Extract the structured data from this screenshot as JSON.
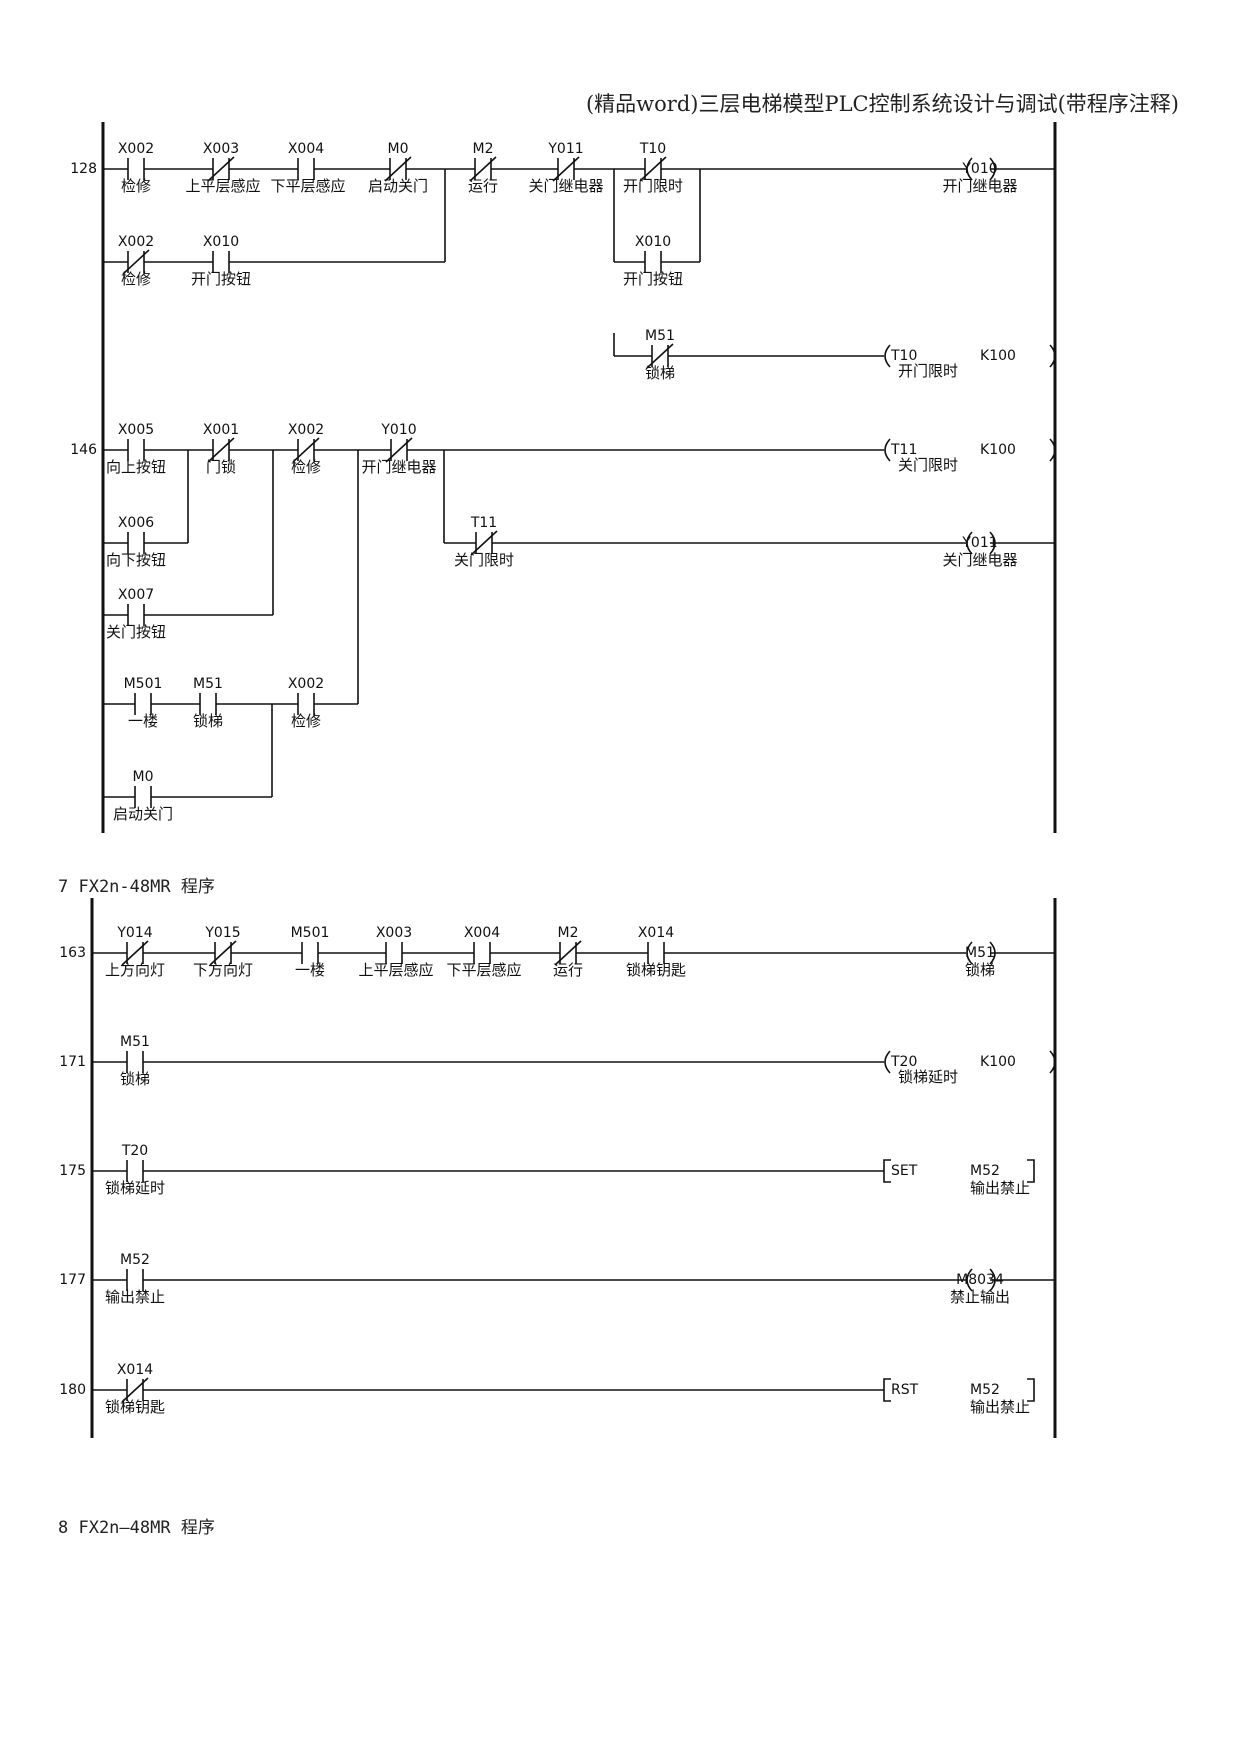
{
  "header": "(精品word)三层电梯模型PLC控制系统设计与调试(带程序注释)",
  "captions": {
    "fig7": "7 FX2n-48MR 程序",
    "fig8": "8  FX2n—48MR 程序"
  },
  "diagram1": {
    "rungs": [
      "128",
      "146"
    ],
    "elements": [
      {
        "addr": "X002",
        "label": "检修",
        "type": "NO"
      },
      {
        "addr": "X003",
        "label": "上平层感应器",
        "type": "NC"
      },
      {
        "addr": "X004",
        "label": "下平层感应器",
        "type": "NO"
      },
      {
        "addr": "M0",
        "label": "启动关门",
        "type": "NC"
      },
      {
        "addr": "M2",
        "label": "运行",
        "type": "NC"
      },
      {
        "addr": "Y011",
        "label": "关门继电器",
        "type": "NC"
      },
      {
        "addr": "T10",
        "label": "开门限时",
        "type": "NC"
      },
      {
        "addr": "Y010",
        "label": "开门继电器",
        "type": "coil"
      },
      {
        "addr": "X002",
        "label": "检修",
        "type": "NC"
      },
      {
        "addr": "X010",
        "label": "开门按钮",
        "type": "NO"
      },
      {
        "addr": "X010",
        "label": "开门按钮",
        "type": "NO"
      },
      {
        "addr": "M51",
        "label": "锁梯",
        "type": "NC"
      },
      {
        "addr": "T10",
        "label": "开门限时",
        "type": "timer",
        "param": "K100"
      },
      {
        "addr": "X005",
        "label": "向上按钮",
        "type": "NO"
      },
      {
        "addr": "X001",
        "label": "门锁",
        "type": "NC"
      },
      {
        "addr": "X002",
        "label": "检修",
        "type": "NC"
      },
      {
        "addr": "Y010",
        "label": "开门继电器",
        "type": "NC"
      },
      {
        "addr": "T11",
        "label": "关门限时",
        "type": "timer",
        "param": "K100"
      },
      {
        "addr": "X006",
        "label": "向下按钮",
        "type": "NO"
      },
      {
        "addr": "T11",
        "label": "关门限时",
        "type": "NC"
      },
      {
        "addr": "Y011",
        "label": "关门继电器",
        "type": "coil"
      },
      {
        "addr": "X007",
        "label": "关门按钮",
        "type": "NO"
      },
      {
        "addr": "M501",
        "label": "一楼",
        "type": "NO"
      },
      {
        "addr": "M51",
        "label": "锁梯",
        "type": "NO"
      },
      {
        "addr": "X002",
        "label": "检修",
        "type": "NO"
      },
      {
        "addr": "M0",
        "label": "启动关门",
        "type": "NO"
      }
    ]
  },
  "diagram2": {
    "rungs": [
      "163",
      "171",
      "175",
      "177",
      "180"
    ],
    "elements": [
      {
        "addr": "Y014",
        "label": "上方向灯",
        "type": "NC"
      },
      {
        "addr": "Y015",
        "label": "下方向灯",
        "type": "NC"
      },
      {
        "addr": "M501",
        "label": "一楼",
        "type": "NO"
      },
      {
        "addr": "X003",
        "label": "上平层感应器",
        "type": "NO"
      },
      {
        "addr": "X004",
        "label": "下平层感应器",
        "type": "NO"
      },
      {
        "addr": "M2",
        "label": "运行",
        "type": "NC"
      },
      {
        "addr": "X014",
        "label": "锁梯钥匙",
        "type": "NO"
      },
      {
        "addr": "M51",
        "label": "锁梯",
        "type": "coil"
      },
      {
        "addr": "M51",
        "label": "锁梯",
        "type": "NO"
      },
      {
        "addr": "T20",
        "label": "锁梯延时",
        "type": "timer",
        "param": "K100"
      },
      {
        "addr": "T20",
        "label": "锁梯延时",
        "type": "NO"
      },
      {
        "addr": "SET",
        "label": "",
        "type": "instr"
      },
      {
        "addr": "M52",
        "label": "输出禁止",
        "type": "operand"
      },
      {
        "addr": "M52",
        "label": "输出禁止",
        "type": "NO"
      },
      {
        "addr": "M8034",
        "label": "禁止输出",
        "type": "coil"
      },
      {
        "addr": "X014",
        "label": "锁梯钥匙",
        "type": "NC"
      },
      {
        "addr": "RST",
        "label": "",
        "type": "instr"
      },
      {
        "addr": "M52",
        "label": "输出禁止",
        "type": "operand"
      }
    ]
  }
}
